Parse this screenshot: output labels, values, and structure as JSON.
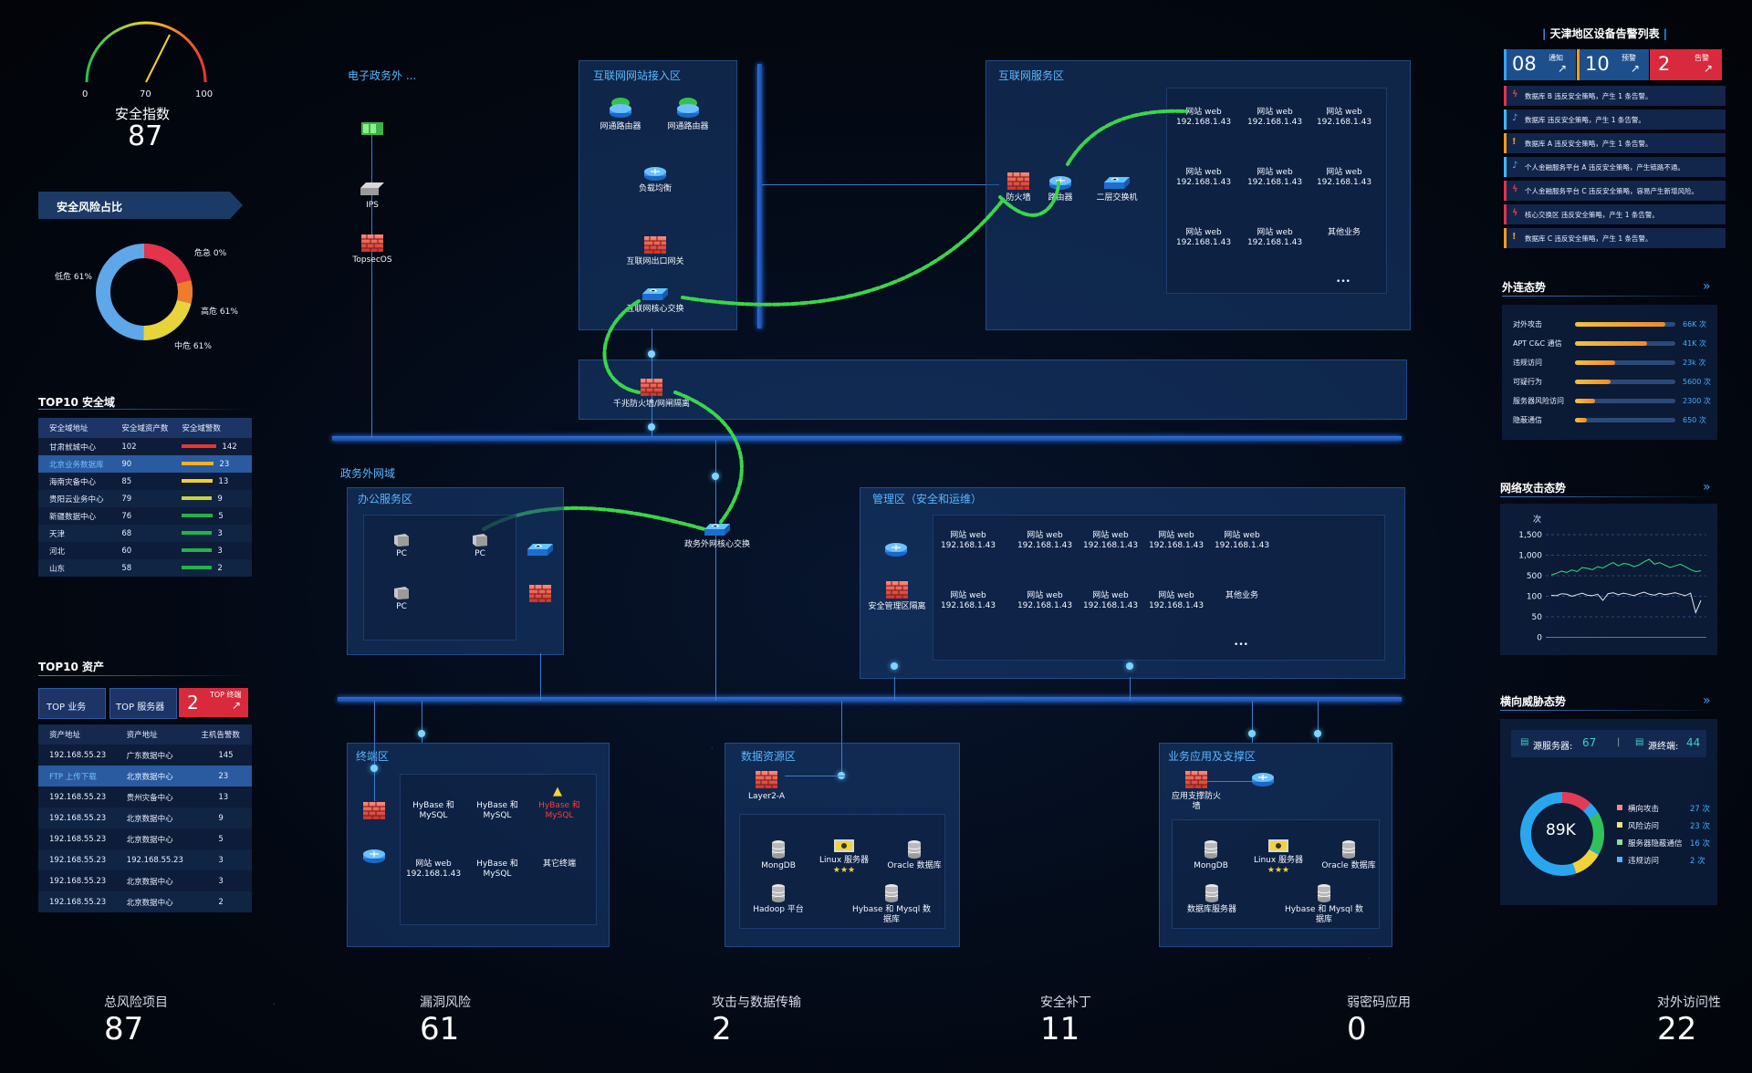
{
  "gauge": {
    "min": "0",
    "mid": "70",
    "max": "100",
    "label": "安全指数",
    "value": "87"
  },
  "risk": {
    "title": "安全风险占比",
    "labels": {
      "critical": "危急 0%",
      "high": "高危 61%",
      "medium": "中危 61%",
      "low": "低危 61%"
    }
  },
  "top10_domain": {
    "title": "TOP10 安全域",
    "headers": [
      "安全域地址",
      "安全域资产数",
      "安全域警数"
    ],
    "rows": [
      {
        "name": "甘肃就城中心",
        "assets": "102",
        "alerts": "142",
        "level": 1.0,
        "color": "#e8342f"
      },
      {
        "name": "北京业务数据库",
        "assets": "90",
        "alerts": "23",
        "level": 0.92,
        "color": "#f0b323"
      },
      {
        "name": "海南灾备中心",
        "assets": "85",
        "alerts": "13",
        "level": 0.9,
        "color": "#f0d227"
      },
      {
        "name": "贵阳云业务中心",
        "assets": "79",
        "alerts": "9",
        "level": 0.88,
        "color": "#c8d43a"
      },
      {
        "name": "新疆数据中心",
        "assets": "76",
        "alerts": "5",
        "level": 0.9,
        "color": "#23b24a"
      },
      {
        "name": "天津",
        "assets": "68",
        "alerts": "3",
        "level": 0.88,
        "color": "#23b24a"
      },
      {
        "name": "河北",
        "assets": "60",
        "alerts": "3",
        "level": 0.88,
        "color": "#23b24a"
      },
      {
        "name": "山东",
        "assets": "58",
        "alerts": "2",
        "level": 0.88,
        "color": "#23b24a"
      }
    ]
  },
  "top10_asset": {
    "title": "TOP10 资产",
    "tabs": [
      "TOP 业务",
      "TOP 服务器"
    ],
    "badge_num": "2",
    "badge_label": "TOP 终端",
    "headers": [
      "资产地址",
      "资产地址",
      "主机告警数"
    ],
    "rows": [
      [
        "192.168.55.23",
        "广东数据中心",
        "145"
      ],
      [
        "FTP 上传下载",
        "北京数据中心",
        "23"
      ],
      [
        "192.168.55.23",
        "贵州灾备中心",
        "13"
      ],
      [
        "192.168.55.23",
        "北京数据中心",
        "9"
      ],
      [
        "192.168.55.23",
        "北京数据中心",
        "5"
      ],
      [
        "192.168.55.23",
        "192.168.55.23",
        "3"
      ],
      [
        "192.168.55.23",
        "北京数据中心",
        "3"
      ],
      [
        "192.168.55.23",
        "北京数据中心",
        "2"
      ]
    ]
  },
  "topology": {
    "egov_ext": "电子政务外 ...",
    "ips": "IPS",
    "topsec": "TopsecOS",
    "internet_access": "互联网网站接入区",
    "router_a": "网通路由器",
    "router_b": "网通路由器",
    "lb": "负载均衡",
    "exit_gw": "互联网出口网关",
    "core_switch": "互联网核心交换",
    "fw_gateway": "千兆防火墙/网闸隔离",
    "service_zone": "互联网服务区",
    "firewall": "防火墙",
    "router": "路由器",
    "l2switch": "二层交换机",
    "web_label": "网站 web",
    "ip": "192.168.1.43",
    "other_biz": "其他业务",
    "more": "•••",
    "egov_domain": "政务外网域",
    "office": "办公服务区",
    "pc": "PC",
    "egov_core": "政务外网核心交换",
    "mgmt": "管理区（安全和运维）",
    "mgmt_isolation": "安全管理区隔离",
    "terminal": "终端区",
    "hbase": "HyBase 和 MySQL",
    "other_term": "其它终端",
    "data_zone": "数据资源区",
    "layer2": "Layer2-A",
    "mongodb": "MongDB",
    "linux": "Linux 服务器",
    "stars": "★★★",
    "oracle": "Oracle 数据库",
    "hadoop": "Hadoop 平台",
    "hybase_mysql": "Hybase 和 Mysql 数据库",
    "biz_zone": "业务应用及支撑区",
    "app_fw": "应用支撑防火墙",
    "db_server": "数据库服务器"
  },
  "alerts": {
    "title": "天津地区设备告警列表",
    "counters": [
      {
        "num": "08",
        "label": "通知",
        "color": "#1d4f8c",
        "accent": "#3aa0ff"
      },
      {
        "num": "10",
        "label": "预警",
        "color": "#1d4f8c",
        "accent": "#f39a1e"
      },
      {
        "num": "2",
        "label": "告警",
        "color": "#d82a3c",
        "accent": "#d82a3c"
      }
    ],
    "items": [
      {
        "icon": "bolt-icon",
        "color": "#e0344a",
        "text": "数据库 B 违反安全策略，产生 1 条告警。"
      },
      {
        "icon": "bell-icon",
        "color": "#3fb8ff",
        "text": "数据库 违反安全策略，产生 1 条告警。"
      },
      {
        "icon": "warning-icon",
        "color": "#f39a1e",
        "text": "数据库 A 违反安全策略，产生 1 条告警。"
      },
      {
        "icon": "bell-icon",
        "color": "#3fb8ff",
        "text": "个人金融服务平台 A 违反安全策略，产生链路不通。"
      },
      {
        "icon": "bolt-icon",
        "color": "#e0344a",
        "text": "个人金融服务平台 C 违反安全策略，容易产生新增风险。"
      },
      {
        "icon": "bolt-icon",
        "color": "#e0344a",
        "text": "核心交换区 违反安全策略，产生 1 条告警。"
      },
      {
        "icon": "warning-icon",
        "color": "#f39a1e",
        "text": "数据库 C 违反安全策略，产生 1 条告警。"
      }
    ]
  },
  "outbound": {
    "title": "外连态势",
    "rows": [
      {
        "label": "对外攻击",
        "value": "66K 次",
        "level": 0.9
      },
      {
        "label": "APT C&C 通信",
        "value": "41K 次",
        "level": 0.72
      },
      {
        "label": "违规访问",
        "value": "23k 次",
        "level": 0.4
      },
      {
        "label": "可疑行为",
        "value": "5600 次",
        "level": 0.35
      },
      {
        "label": "服务器风险访问",
        "value": "2300 次",
        "level": 0.2
      },
      {
        "label": "隐蔽通信",
        "value": "650 次",
        "level": 0.12
      }
    ]
  },
  "attack_trend": {
    "title": "网络攻击态势",
    "unit": "次",
    "ticks": [
      "1,500",
      "1,000",
      "500",
      "100",
      "50",
      "0"
    ]
  },
  "chart_data": {
    "type": "line",
    "title": "",
    "ylabel": "次",
    "ytick_labels": [
      "0",
      "50",
      "100",
      "500",
      "1,000",
      "1,500"
    ],
    "x": [
      1,
      2,
      3,
      4,
      5,
      6,
      7,
      8,
      9,
      10,
      11,
      12,
      13,
      14,
      15,
      16,
      17,
      18,
      19,
      20,
      21,
      22,
      23,
      24,
      25,
      26,
      27,
      28,
      29,
      30
    ],
    "series": [
      {
        "color": "#2ee37a",
        "values": [
          520,
          560,
          610,
          580,
          640,
          600,
          700,
          680,
          650,
          720,
          690,
          760,
          820,
          740,
          800,
          780,
          720,
          760,
          840,
          900,
          780,
          820,
          760,
          700,
          740,
          780,
          720,
          650,
          600,
          620
        ]
      },
      {
        "color": "#e8e8e8",
        "values": [
          120,
          110,
          150,
          140,
          100,
          130,
          160,
          120,
          110,
          140,
          90,
          150,
          170,
          130,
          160,
          140,
          110,
          150,
          180,
          140,
          120,
          160,
          130,
          150,
          170,
          140,
          110,
          160,
          60,
          90
        ]
      }
    ]
  },
  "lateral": {
    "title": "横向威胁态势",
    "src_label": "源服务器:",
    "src_value": "67",
    "dst_label": "源终端:",
    "dst_value": "44",
    "center": "89K",
    "legend": [
      {
        "label": "横向攻击",
        "value": "27 次",
        "color": "#f28c8c"
      },
      {
        "label": "风险访问",
        "value": "23 次",
        "color": "#f5e07a"
      },
      {
        "label": "服务器隐蔽通信",
        "value": "16 次",
        "color": "#8fe08f"
      },
      {
        "label": "违规访问",
        "value": "2 次",
        "color": "#4fb6ff"
      }
    ]
  },
  "kpis": [
    {
      "label": "总风险项目",
      "value": "87",
      "icon": "pie-icon"
    },
    {
      "label": "漏洞风险",
      "value": "61",
      "icon": "bug-icon"
    },
    {
      "label": "攻击与数据传输",
      "value": "2",
      "icon": "lightning-icon"
    },
    {
      "label": "安全补丁",
      "value": "11",
      "icon": "pin-icon"
    },
    {
      "label": "弱密码应用",
      "value": "0",
      "icon": "key-icon"
    },
    {
      "label": "对外访问性",
      "value": "22",
      "icon": "ie-icon"
    }
  ]
}
